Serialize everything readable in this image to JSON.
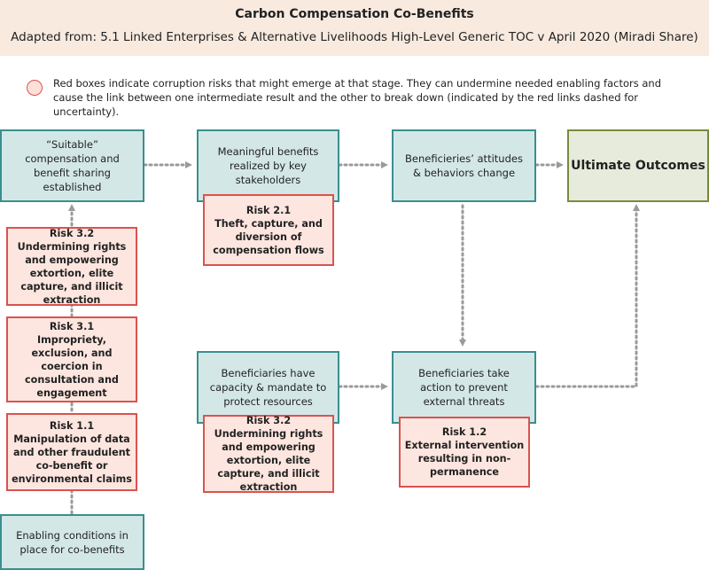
{
  "header": {
    "title": "Carbon Compensation Co-Benefits",
    "subtitle": "Adapted from: 5.1 Linked Enterprises & Alternative Livelihoods High-Level Generic TOC v April 2020 (Miradi Share)"
  },
  "legend": {
    "text": "Red boxes indicate corruption risks that might emerge at that stage. They can undermine needed enabling factors and cause the link between one intermediate result and the other to break down (indicated by the red links dashed for uncertainty)."
  },
  "results": {
    "suitable_compensation": "“Suitable” compensation and benefit sharing established",
    "meaningful_benefits": "Meaningful benefits realized by key stakeholders",
    "attitudes_change": "Beneficieries’ attitudes & behaviors change",
    "ultimate_outcomes": "Ultimate Outcomes",
    "capacity_mandate": "Beneficiaries have capacity & mandate to protect resources",
    "take_action": "Beneficiaries take action to prevent external threats",
    "enabling_conditions": "Enabling conditions in place for co-benefits"
  },
  "risks": {
    "risk_2_1": {
      "id": "Risk 2.1",
      "text": "Theft, capture, and diversion of compensation flows"
    },
    "risk_3_2_left": {
      "id": "Risk 3.2",
      "text": "Undermining rights and empowering extortion, elite capture, and illicit extraction"
    },
    "risk_3_1": {
      "id": "Risk 3.1",
      "text": "Impropriety, exclusion, and coercion in consultation and engagement"
    },
    "risk_1_1": {
      "id": "Risk 1.1",
      "text": "Manipulation of data and other fraudulent co-benefit or environmental claims"
    },
    "risk_3_2_mid": {
      "id": "Risk 3.2",
      "text": "Undermining rights and empowering extortion, elite capture, and illicit extraction"
    },
    "risk_1_2": {
      "id": "Risk 1.2",
      "text": "External intervention resulting in non-permanence"
    }
  },
  "colors": {
    "teal_fill": "#d4e7e7",
    "teal_border": "#3a8f8f",
    "risk_fill": "#fde6df",
    "risk_border": "#d9534f",
    "outcome_fill": "#e6ebdc",
    "outcome_border": "#7a8a3c",
    "link": "#9a9a9a",
    "header_fill": "#f8eadf"
  }
}
